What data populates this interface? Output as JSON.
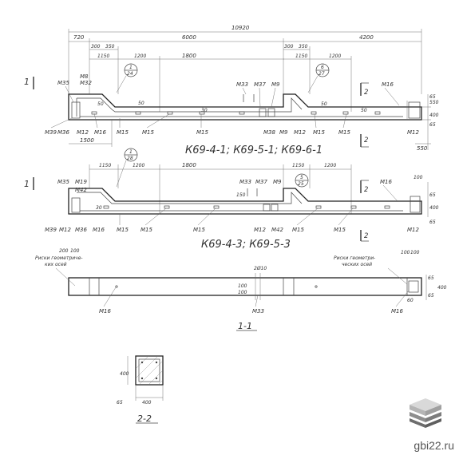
{
  "colors": {
    "line": "#444444",
    "text": "#333333",
    "logo_top": "#d9d9d9",
    "logo_mid": "#b5b5b5",
    "logo_bot": "#8e8e8e"
  },
  "view1": {
    "dims_top": [
      "10920",
      "720",
      "6000",
      "4200",
      "300",
      "350",
      "1150",
      "1200",
      "1800",
      "1150",
      "1200",
      "300",
      "350"
    ],
    "callouts": [
      {
        "top": "1",
        "bottom": "24"
      },
      {
        "top": "6",
        "bottom": "27"
      }
    ],
    "section_marks": [
      "1",
      "2",
      "2"
    ],
    "labels_top": [
      "M35",
      "M8",
      "M32",
      "M33",
      "M37",
      "M9",
      "M16"
    ],
    "labels_bottom": [
      "M39",
      "M36",
      "M12",
      "M16",
      "M15",
      "M15",
      "M15",
      "M38",
      "M9",
      "M12",
      "M15",
      "M15",
      "M12"
    ],
    "dims_side": [
      "550",
      "400",
      "65",
      "65",
      "1500",
      "550",
      "50",
      "50",
      "30",
      "50",
      "50"
    ],
    "caption": "К69-4-1; К69-5-1; К69-6-1"
  },
  "view2": {
    "dims_top": [
      "1150",
      "1200",
      "1800",
      "1150",
      "1200",
      "100"
    ],
    "callouts": [
      {
        "top": "1",
        "bottom": "28"
      },
      {
        "top": "5",
        "bottom": "25"
      }
    ],
    "section_marks": [
      "1",
      "2",
      "2"
    ],
    "labels_top": [
      "M35",
      "M19",
      "M42",
      "M33",
      "M37",
      "M9",
      "M16"
    ],
    "labels_bottom": [
      "M39",
      "M12",
      "M36",
      "M16",
      "M15",
      "M15",
      "M15",
      "M12",
      "M42",
      "M15",
      "M15",
      "M12"
    ],
    "dims_side": [
      "150",
      "30",
      "400",
      "65",
      "65"
    ],
    "caption": "К69-4-3; К69-5-3"
  },
  "view3": {
    "note_left": [
      "Риски геометриче-",
      "ких осей"
    ],
    "note_right": [
      "Риски геометри-",
      "ческих осей"
    ],
    "dims": [
      "200",
      "100",
      "100",
      "100",
      "100",
      "2Ø10",
      "100",
      "60",
      "65",
      "65",
      "400"
    ],
    "labels": [
      "M16",
      "M33",
      "M16"
    ],
    "caption": "1-1"
  },
  "view4": {
    "dims": [
      "400",
      "400",
      "65"
    ],
    "caption": "2-2"
  },
  "watermark": "gbi22.ru"
}
